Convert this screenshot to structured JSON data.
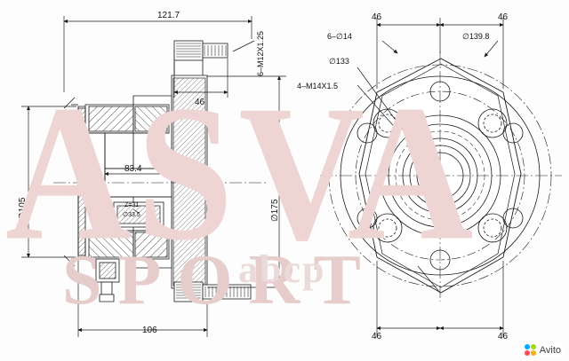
{
  "meta": {
    "title": "Wheel hub bearing assembly — engineering drawing",
    "background": "#fdfdfd",
    "line_color": "#1a1a1a",
    "watermark_color": "#ecd3d3"
  },
  "watermarks": {
    "brand": "ASVA",
    "sub": "SPORT",
    "site": "abcp"
  },
  "badge": {
    "label": "Avito"
  },
  "left_view": {
    "name": "section-view",
    "dimensions": {
      "top_overall": "121.7",
      "top_inner": "46",
      "bore_label": "83.4",
      "left_diameter": "∅105",
      "right_diameter": "∅175",
      "bottom_overall": "106",
      "thread_top": "6–M12X1.25",
      "spline_teeth": "Z=31",
      "spline_diameter": "∅33.5"
    }
  },
  "right_view": {
    "name": "front-view",
    "dimensions": {
      "top_left": "46",
      "top_right": "46",
      "bottom_left": "46",
      "bottom_right": "46",
      "holes_label": "6–∅14",
      "outer_diameter": "∅139.8",
      "bolt_circle": "∅133",
      "studs_label": "4–M14X1.5"
    }
  }
}
